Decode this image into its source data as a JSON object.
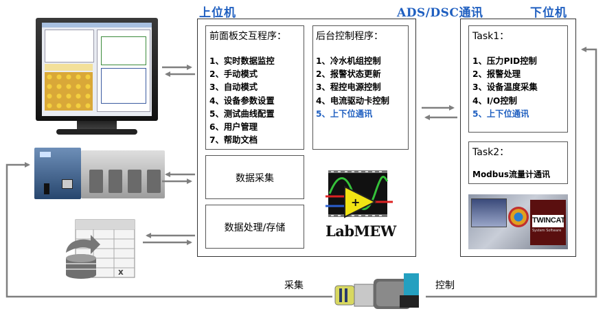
{
  "headings": {
    "upper": "上位机",
    "comm": "ADS/DSC通讯",
    "lower": "下位机"
  },
  "front_panel": {
    "title": "前面板交互程序：",
    "items": [
      "1、实时数据监控",
      "2、手动模式",
      "3、自动模式",
      "4、设备参数设置",
      "5、测试曲线配置",
      "6、用户管理",
      "7、帮助文档"
    ]
  },
  "background_ctrl": {
    "title": "后台控制程序：",
    "items": [
      "1、冷水机组控制",
      "2、报警状态更新",
      "3、程控电源控制",
      "4、电流驱动卡控制",
      "5、上下位通讯"
    ],
    "highlight_index": 4
  },
  "data_acquisition": "数据采集",
  "data_processing": "数据处理/存储",
  "labview_logo_text": "LabMEW",
  "task1": {
    "title": "Task1：",
    "items": [
      "1、压力PID控制",
      "2、报警处理",
      "3、设备温度采集",
      "4、I/O控制",
      "5、上下位通讯"
    ],
    "highlight_index": 4
  },
  "task2": {
    "title": "Task2：",
    "item": "Modbus流量计通讯"
  },
  "twincat_text": "TWINCAT",
  "twincat_subtext": "System Software",
  "flow_labels": {
    "collect": "采集",
    "control": "控制"
  },
  "colors": {
    "heading_blue": "#1f5fc0",
    "arrow_gray": "#7f7f7f"
  }
}
